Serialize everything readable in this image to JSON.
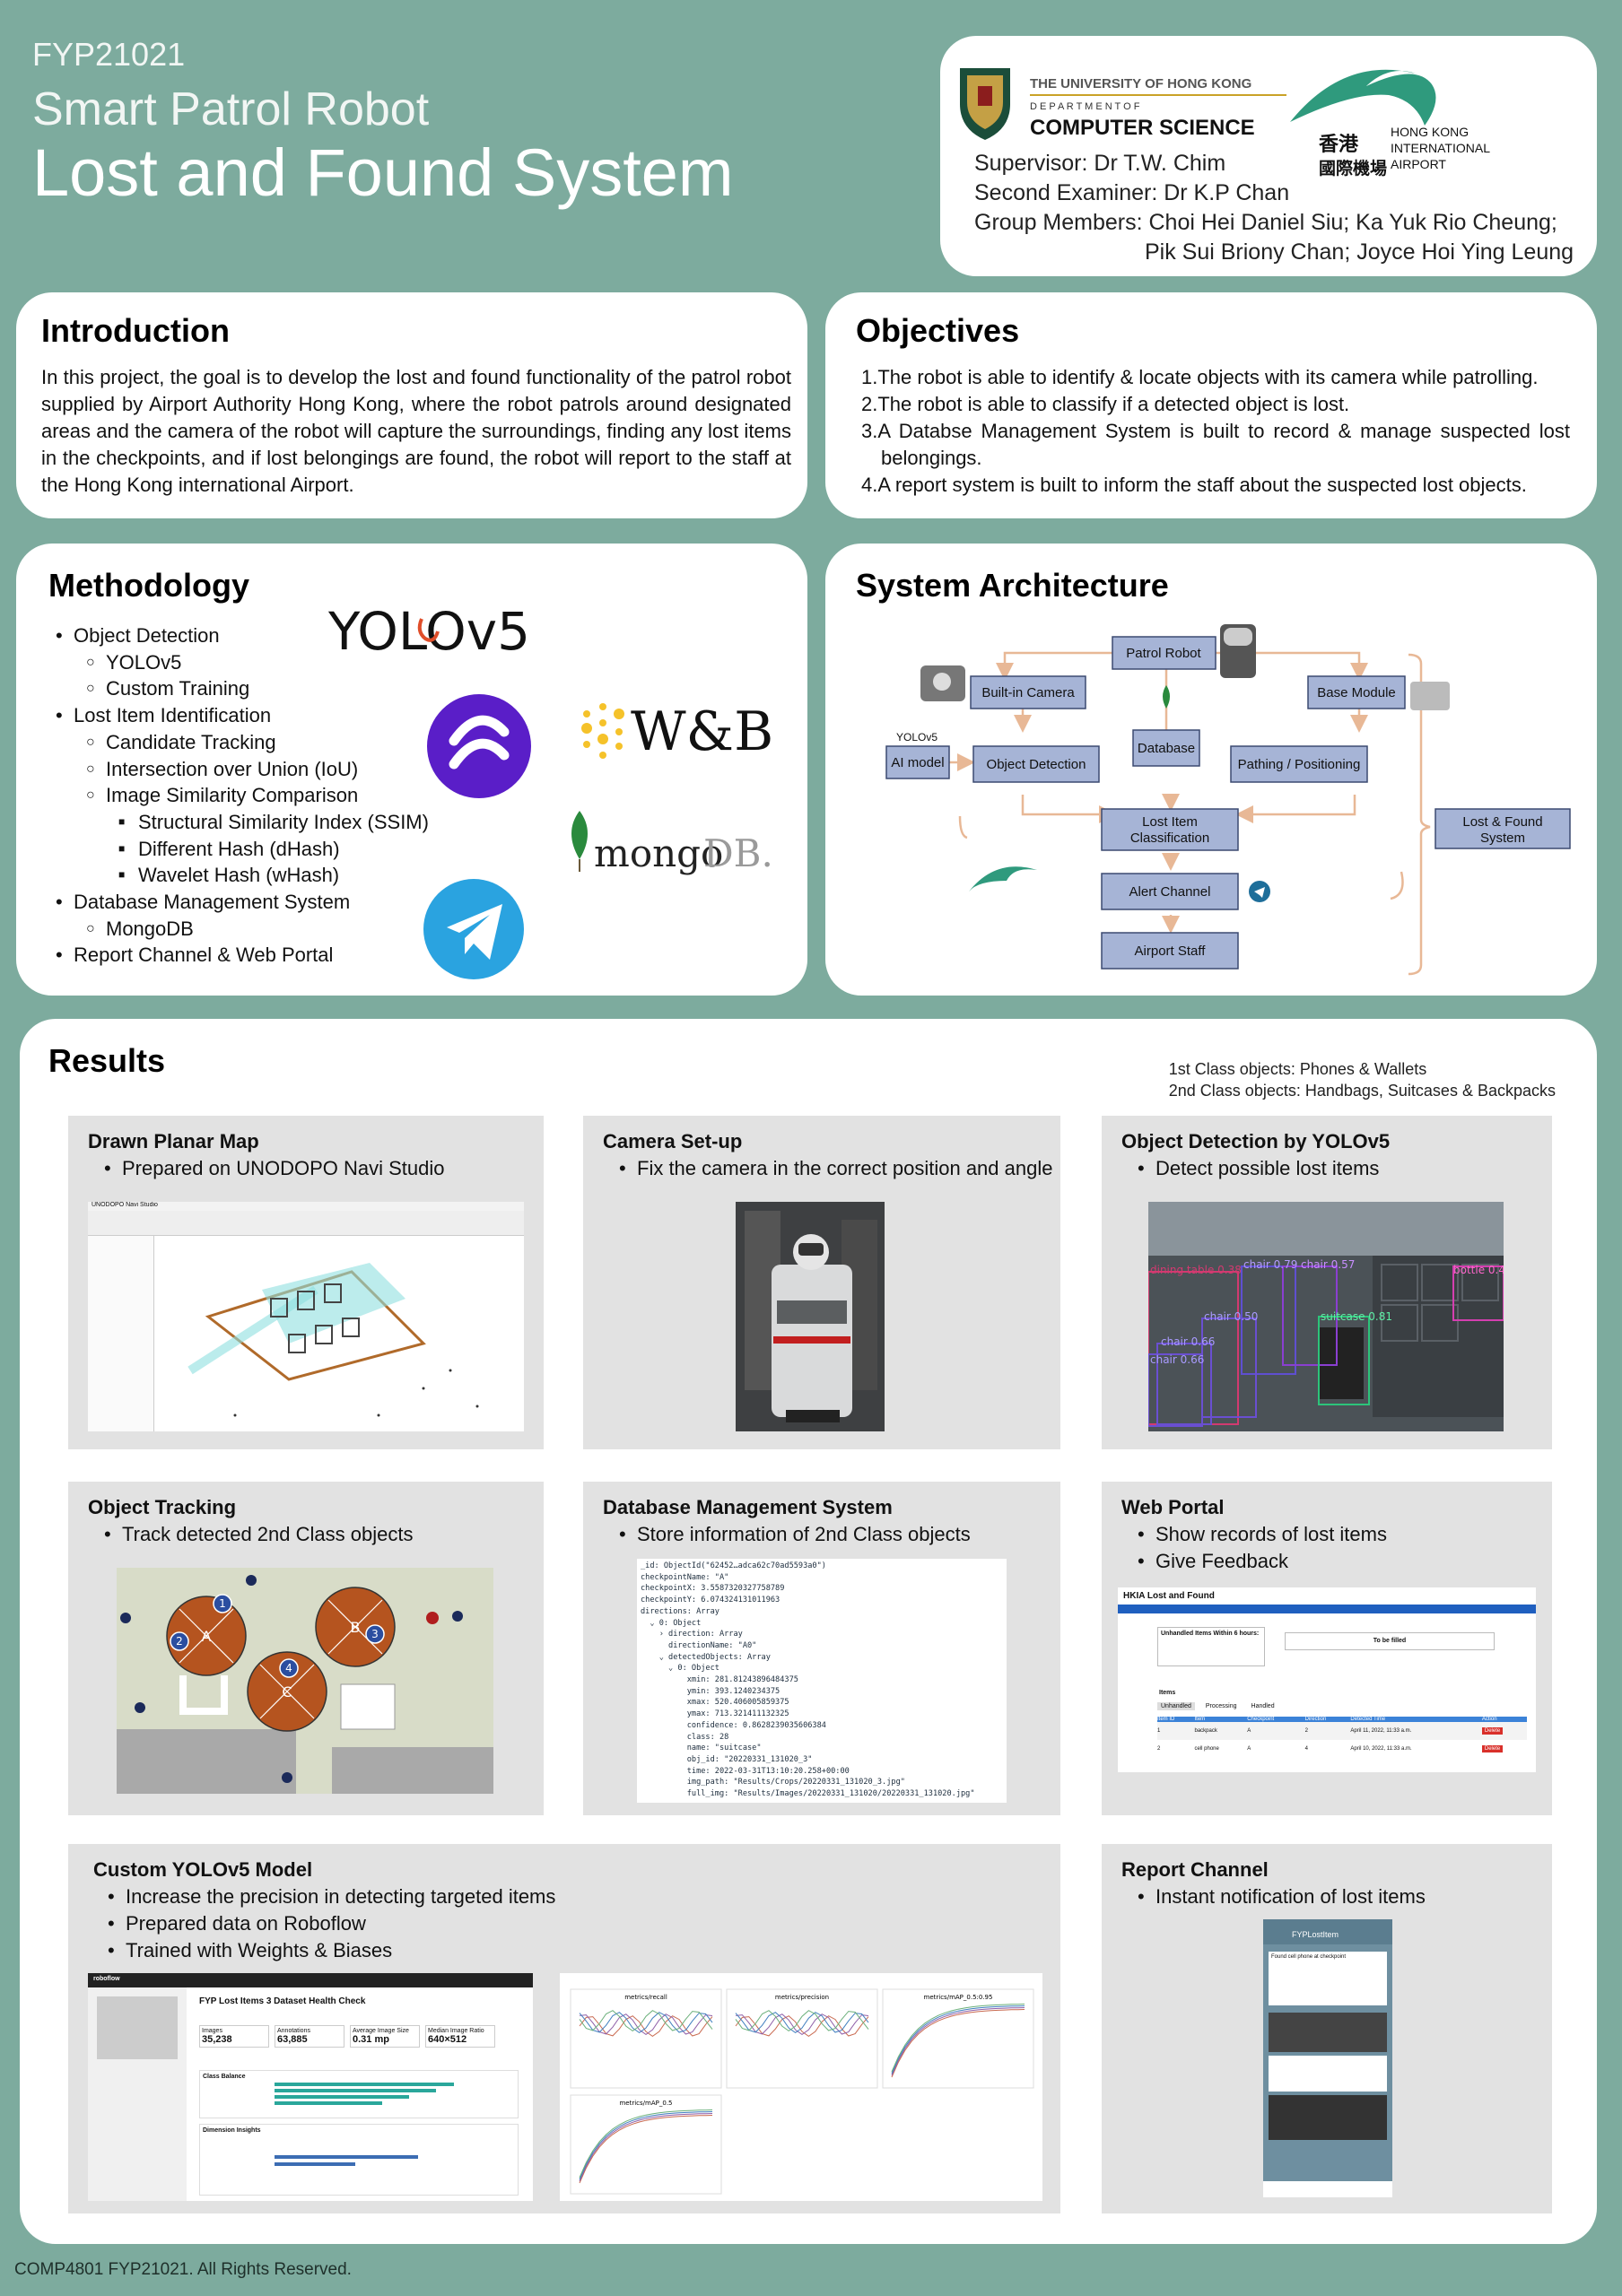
{
  "header": {
    "code": "FYP21021",
    "subtitle": "Smart Patrol Robot",
    "title": "Lost and Found System",
    "supervisor": "Supervisor: Dr T.W. Chim",
    "examiner": "Second Examiner: Dr K.P Chan",
    "members_line1": "Group Members: Choi Hei Daniel Siu; Ka Yuk Rio Cheung;",
    "members_line2": "Pik Sui Briony Chan;  Joyce Hoi Ying Leung",
    "hku_logo_line1": "THE UNIVERSITY OF HONG KONG",
    "hku_logo_line2": "D E P A R T M E N T   O F",
    "hku_logo_line3": "COMPUTER SCIENCE",
    "hkia_logo_zh1": "香港",
    "hkia_logo_zh2": "國際機場",
    "hkia_logo_en1": "HONG KONG",
    "hkia_logo_en2": "INTERNATIONAL",
    "hkia_logo_en3": "AIRPORT"
  },
  "introduction": {
    "title": "Introduction",
    "body": "In this project, the goal is to develop the lost and found functionality of the patrol robot supplied by Airport Authority Hong Kong, where the robot patrols around designated areas and the camera of the robot will capture the surroundings, finding any lost items in the checkpoints, and if lost belongings are found, the robot will report to the staff at the Hong Kong international Airport."
  },
  "objectives": {
    "title": "Objectives",
    "items": [
      "1.The robot is able to identify & locate objects with its camera while patrolling.",
      "2.The robot is able to classify if a detected object is lost.",
      "3.A Databse Management System is built to record & manage suspected lost belongings.",
      "4.A report system is built to inform the staff about the suspected lost objects."
    ]
  },
  "methodology": {
    "title": "Methodology",
    "items": [
      {
        "level": 1,
        "text": "Object Detection"
      },
      {
        "level": 2,
        "text": "YOLOv5"
      },
      {
        "level": 2,
        "text": "Custom Training"
      },
      {
        "level": 1,
        "text": "Lost Item Identification"
      },
      {
        "level": 2,
        "text": " Candidate Tracking"
      },
      {
        "level": 2,
        "text": "Intersection over Union (IoU)"
      },
      {
        "level": 2,
        "text": "Image Similarity Comparison"
      },
      {
        "level": 3,
        "text": "Structural Similarity Index (SSIM)"
      },
      {
        "level": 3,
        "text": "Different Hash (dHash)"
      },
      {
        "level": 3,
        "text": "Wavelet Hash (wHash)"
      },
      {
        "level": 1,
        "text": "Database Management System"
      },
      {
        "level": 2,
        "text": "MongoDB"
      },
      {
        "level": 1,
        "text": "Report Channel & Web Portal"
      }
    ],
    "logo_yolo": "YOLOv5",
    "logo_wb": "W&B",
    "logo_mongo_a": "mongo",
    "logo_mongo_b": "DB.",
    "accent": "#e04e2a",
    "purple": "#5a1ec8",
    "telegram": "#2aa3e0"
  },
  "architecture": {
    "title": "System Architecture",
    "box_fill": "#a6b4d6",
    "arrow_color": "#e8b896",
    "nodes": {
      "patrol_robot": "Patrol Robot",
      "builtin_camera": "Built-in Camera",
      "base_module": "Base Module",
      "ai_model": "AI model",
      "object_detection": "Object Detection",
      "database": "Database",
      "pathing": "Pathing / Positioning",
      "lost_item_1": "Lost Item",
      "lost_item_2": "Classification",
      "alert_channel": "Alert Channel",
      "airport_staff": "Airport Staff",
      "lfs_1": "Lost & Found",
      "lfs_2": "System",
      "yolo_tag": "YOLOv5"
    }
  },
  "results": {
    "title": "Results",
    "class_note_1": "1st Class objects: Phones & Wallets",
    "class_note_2": "2nd Class objects: Handbags, Suitcases & Backpacks",
    "panels": {
      "map": {
        "title": "Drawn Planar Map",
        "bullets": [
          "Prepared on UNODOPO Navi Studio"
        ],
        "window_title": "UNODOPO Navi Studio"
      },
      "camera": {
        "title": "Camera Set-up",
        "bullets": [
          "Fix the camera in the correct position and angle"
        ]
      },
      "detect": {
        "title": "Object Detection by YOLOv5",
        "bullets": [
          "Detect possible lost items"
        ],
        "labels": [
          "dining table 0.38",
          "chair 0.79",
          "chair 0.57",
          "bottle 0.4",
          "chair 0.50",
          "suitcase 0.81",
          "chair 0.66",
          "chair 0.66"
        ]
      },
      "tracking": {
        "title": "Object Tracking",
        "bullets": [
          "Track detected 2nd Class objects"
        ],
        "circle_labels": [
          "A",
          "B",
          "C"
        ],
        "ids": [
          "1",
          "2",
          "3",
          "4"
        ]
      },
      "dbms": {
        "title": "Database Management System",
        "bullets": [
          "Store information of 2nd Class objects"
        ],
        "json_lines": [
          "_id: ObjectId(\"62452…adca62c70ad5593a0\")",
          "checkpointName: \"A\"",
          "checkpointX: 3.5587320327758789",
          "checkpointY: 6.074324131011963",
          "directions: Array",
          "  ⌄ 0: Object",
          "    › direction: Array",
          "      directionName: \"A0\"",
          "    ⌄ detectedObjects: Array",
          "      ⌄ 0: Object",
          "          xmin: 281.81243896484375",
          "          ymin: 393.1240234375",
          "          xmax: 520.406005859375",
          "          ymax: 713.321411132325",
          "          confidence: 0.8628239035606384",
          "          class: 28",
          "          name: \"suitcase\"",
          "          obj_id: \"20220331_131020_3\"",
          "          time: 2022-03-31T13:10:20.258+00:00",
          "          img_path: \"Results/Crops/20220331_131020_3.jpg\"",
          "          full_img: \"Results/Images/20220331_131020/20220331_131020.jpg\""
        ]
      },
      "web": {
        "title": "Web Portal",
        "bullets": [
          "Show records of lost items",
          "Give Feedback"
        ],
        "app_title": "HKIA Lost and Found",
        "box1": "Unhandled Items Within 6 hours:",
        "box2": "To be filled",
        "section": "Items",
        "tabs": [
          "Unhandled",
          "Processing",
          "Handled"
        ],
        "cols": [
          "Item ID",
          "Item",
          "Checkpoint",
          "Direction",
          "Detected Time",
          "Action"
        ],
        "rows": [
          [
            "1",
            "backpack",
            "A",
            "2",
            "April 11, 2022, 11:33 a.m.",
            "Delete"
          ],
          [
            "2",
            "cell phone",
            "A",
            "4",
            "April 10, 2022, 11:33 a.m.",
            "Delete"
          ]
        ]
      },
      "yolo": {
        "title": "Custom YOLOv5 Model",
        "bullets": [
          "Increase the precision in detecting targeted items",
          "Prepared data on Roboflow",
          "Trained with Weights & Biases"
        ],
        "rf_brand": "roboflow",
        "rf_heading": "FYP Lost Items 3 Dataset Health Check",
        "rf_stats": [
          {
            "label": "Images",
            "value": "35,238"
          },
          {
            "label": "Annotations",
            "value": "63,885"
          },
          {
            "label": "Average Image Size",
            "value": "0.31 mp"
          },
          {
            "label": "Median Image Ratio",
            "value": "640×512"
          }
        ],
        "rf_class_balance": "Class Balance",
        "rf_dimension": "Dimension Insights",
        "wb_chart_titles": [
          "metrics/recall",
          "metrics/precision",
          "metrics/mAP_0.5:0.95",
          "metrics/mAP_0.5"
        ]
      },
      "report": {
        "title": "Report Channel",
        "bullets": [
          "Instant notification of lost items"
        ],
        "chat_title": "FYPLostItem",
        "msg": "Found cell phone at checkpoint"
      }
    }
  },
  "footer": "COMP4801 FYP21021. All Rights Reserved."
}
